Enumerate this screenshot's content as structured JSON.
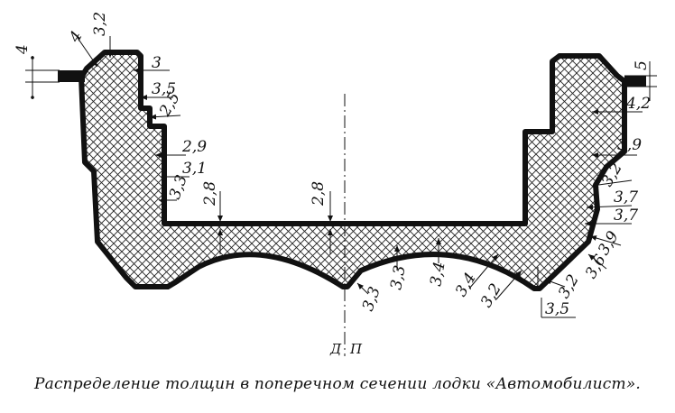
{
  "caption": "Распределение толщин в поперечном сечении лодки «Автомобилист».",
  "labels": {
    "station_left": "Д",
    "station_right": "П"
  },
  "thickness_values_mm": [
    "4",
    "4",
    "3,2",
    "3",
    "3,5",
    "2,5",
    "2,9",
    "3,1",
    "3,3",
    "2,8",
    "2,8",
    "3,3",
    "3,3",
    "3,4",
    "3,4",
    "3,2",
    "3,5",
    "3,2",
    "3,6",
    "3,9",
    "3,7",
    "3,7",
    "3,2",
    "3,9",
    "4,2",
    "5"
  ]
}
